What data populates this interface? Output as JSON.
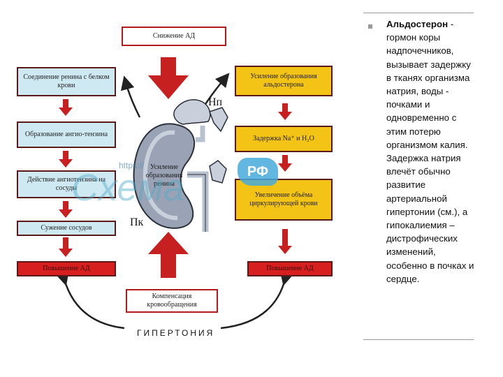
{
  "boxes": {
    "top": "Снижение АД",
    "left1": "Соединение ренина с белком крови",
    "left2": "Образование ангио-тензина",
    "left3": "Действие ангиотензина на сосуды",
    "left4": "Сужение сосудов",
    "left_red": "Повышение АД",
    "right1": "Усиление образования альдостерона",
    "right2": "Задержка Na⁺ и H₂O",
    "right3": "Увеличение объёма циркулирующей крови",
    "right_red": "Повышение АД",
    "bottom": "Компенсация кровообращения"
  },
  "kidney_text": "Усиление образования ренина",
  "label_np": "Нп",
  "label_pk": "Пк",
  "hypertension": "ГИПЕРТОНИЯ",
  "watermark": {
    "url": "https://",
    "brand": "Схема",
    "suffix": "РФ"
  },
  "side": {
    "term": "Альдостерон",
    "text": " - гормон коры надпочечников, вызывает задержку в тканях организма натрия, воды - почками и одновременно с этим потерю организмом калия. Задержка натрия влечёт обычно развитие артериальной гипертонии (см.), а гипокалиемия – дистрофических изменений, особенно в почках и сердце."
  },
  "colors": {
    "blue": "#cfe9f3",
    "yellow": "#f3c316",
    "red": "#d71f1f",
    "arrow": "#c62020"
  }
}
